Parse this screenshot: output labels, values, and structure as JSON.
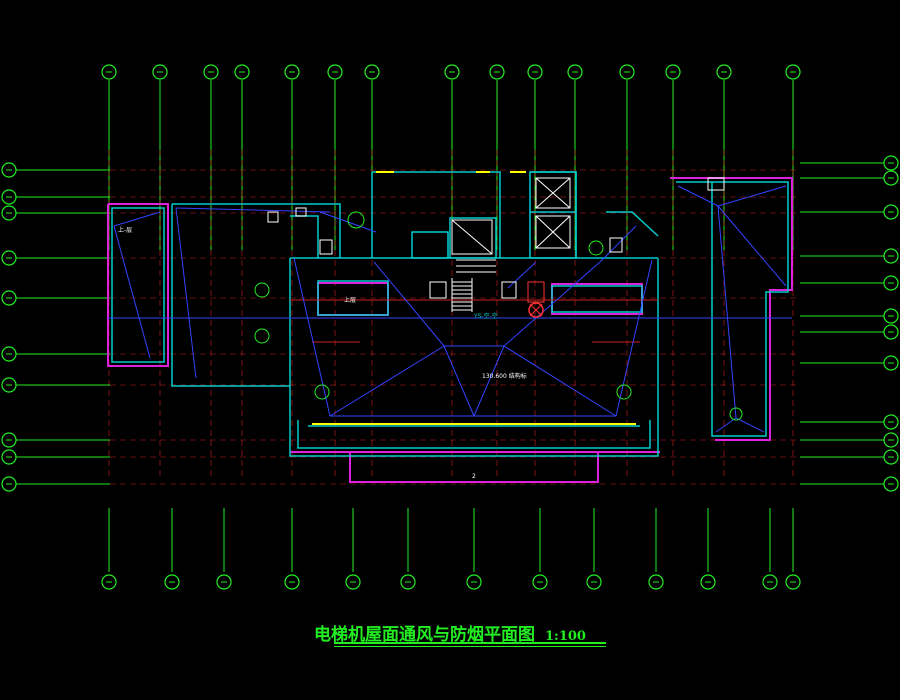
{
  "title": {
    "main": "电梯机屋面通风与防烟平面图",
    "scale": "1:100"
  },
  "labels": {
    "elevation": "130.600 结构标",
    "duct_tag": "YS-空-空",
    "left_tag": "上-层",
    "room_tag": "上层",
    "bottom_tag": "2"
  },
  "colors": {
    "background": "#000000",
    "axis": "#22ee22",
    "wall": "#00cccc",
    "outline": "#dd22dd",
    "duct": "#3344ff",
    "hatch": "#cc2222",
    "accent": "#ffff00"
  },
  "icons": [
    "grid-bubble-icon",
    "fan-icon",
    "elevator-shaft-icon",
    "stair-icon"
  ]
}
